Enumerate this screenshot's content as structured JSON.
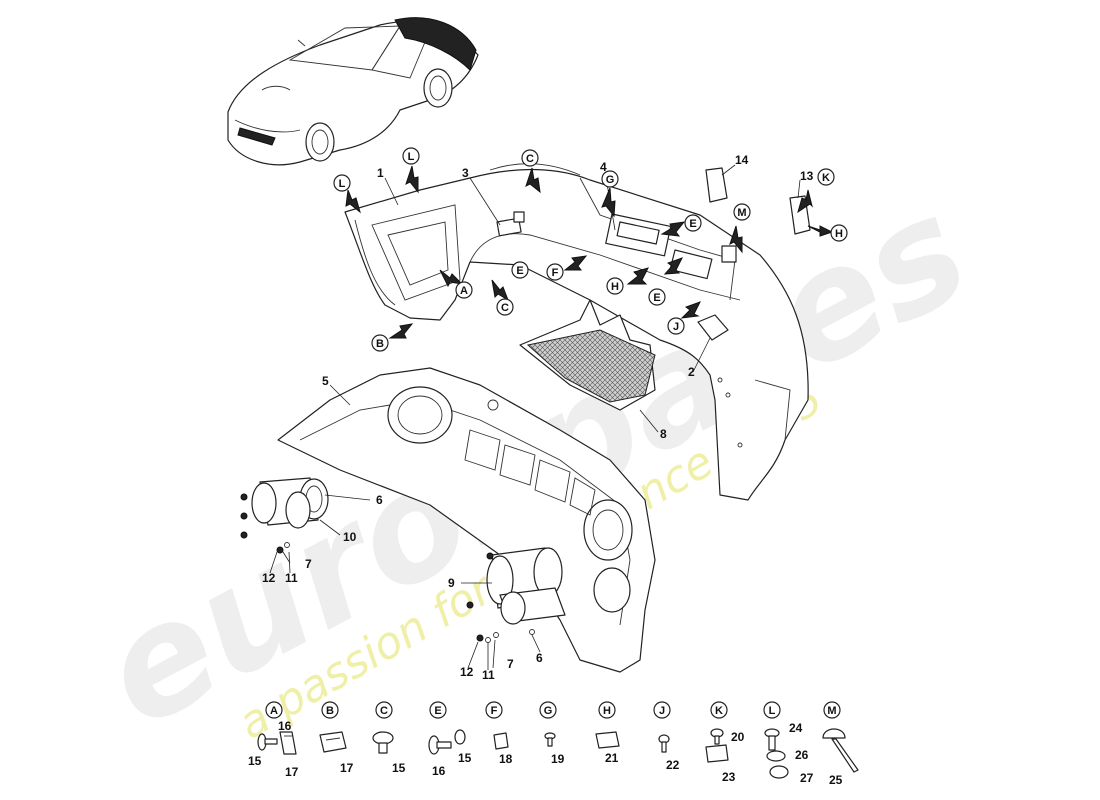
{
  "watermark": {
    "brand": "eurospares",
    "tagline": "a passion for parts since 1985"
  },
  "part_numbers": [
    "1",
    "2",
    "3",
    "4",
    "5",
    "6",
    "6",
    "7",
    "7",
    "8",
    "9",
    "10",
    "11",
    "11",
    "12",
    "12",
    "13",
    "14"
  ],
  "callout_letters": [
    "L",
    "L",
    "C",
    "C",
    "G",
    "E",
    "E",
    "E",
    "A",
    "B",
    "F",
    "H",
    "H",
    "J",
    "K",
    "M"
  ],
  "legend": [
    {
      "letter": "A",
      "items": [
        "16",
        "15",
        "17"
      ]
    },
    {
      "letter": "B",
      "items": [
        "17"
      ]
    },
    {
      "letter": "C",
      "items": [
        "15"
      ]
    },
    {
      "letter": "E",
      "items": [
        "16",
        "15"
      ]
    },
    {
      "letter": "F",
      "items": [
        "18"
      ]
    },
    {
      "letter": "G",
      "items": [
        "19"
      ]
    },
    {
      "letter": "H",
      "items": [
        "21"
      ]
    },
    {
      "letter": "J",
      "items": [
        "22"
      ]
    },
    {
      "letter": "K",
      "items": [
        "20",
        "23"
      ]
    },
    {
      "letter": "L",
      "items": [
        "24",
        "26",
        "27"
      ]
    },
    {
      "letter": "M",
      "items": [
        "25"
      ]
    }
  ]
}
